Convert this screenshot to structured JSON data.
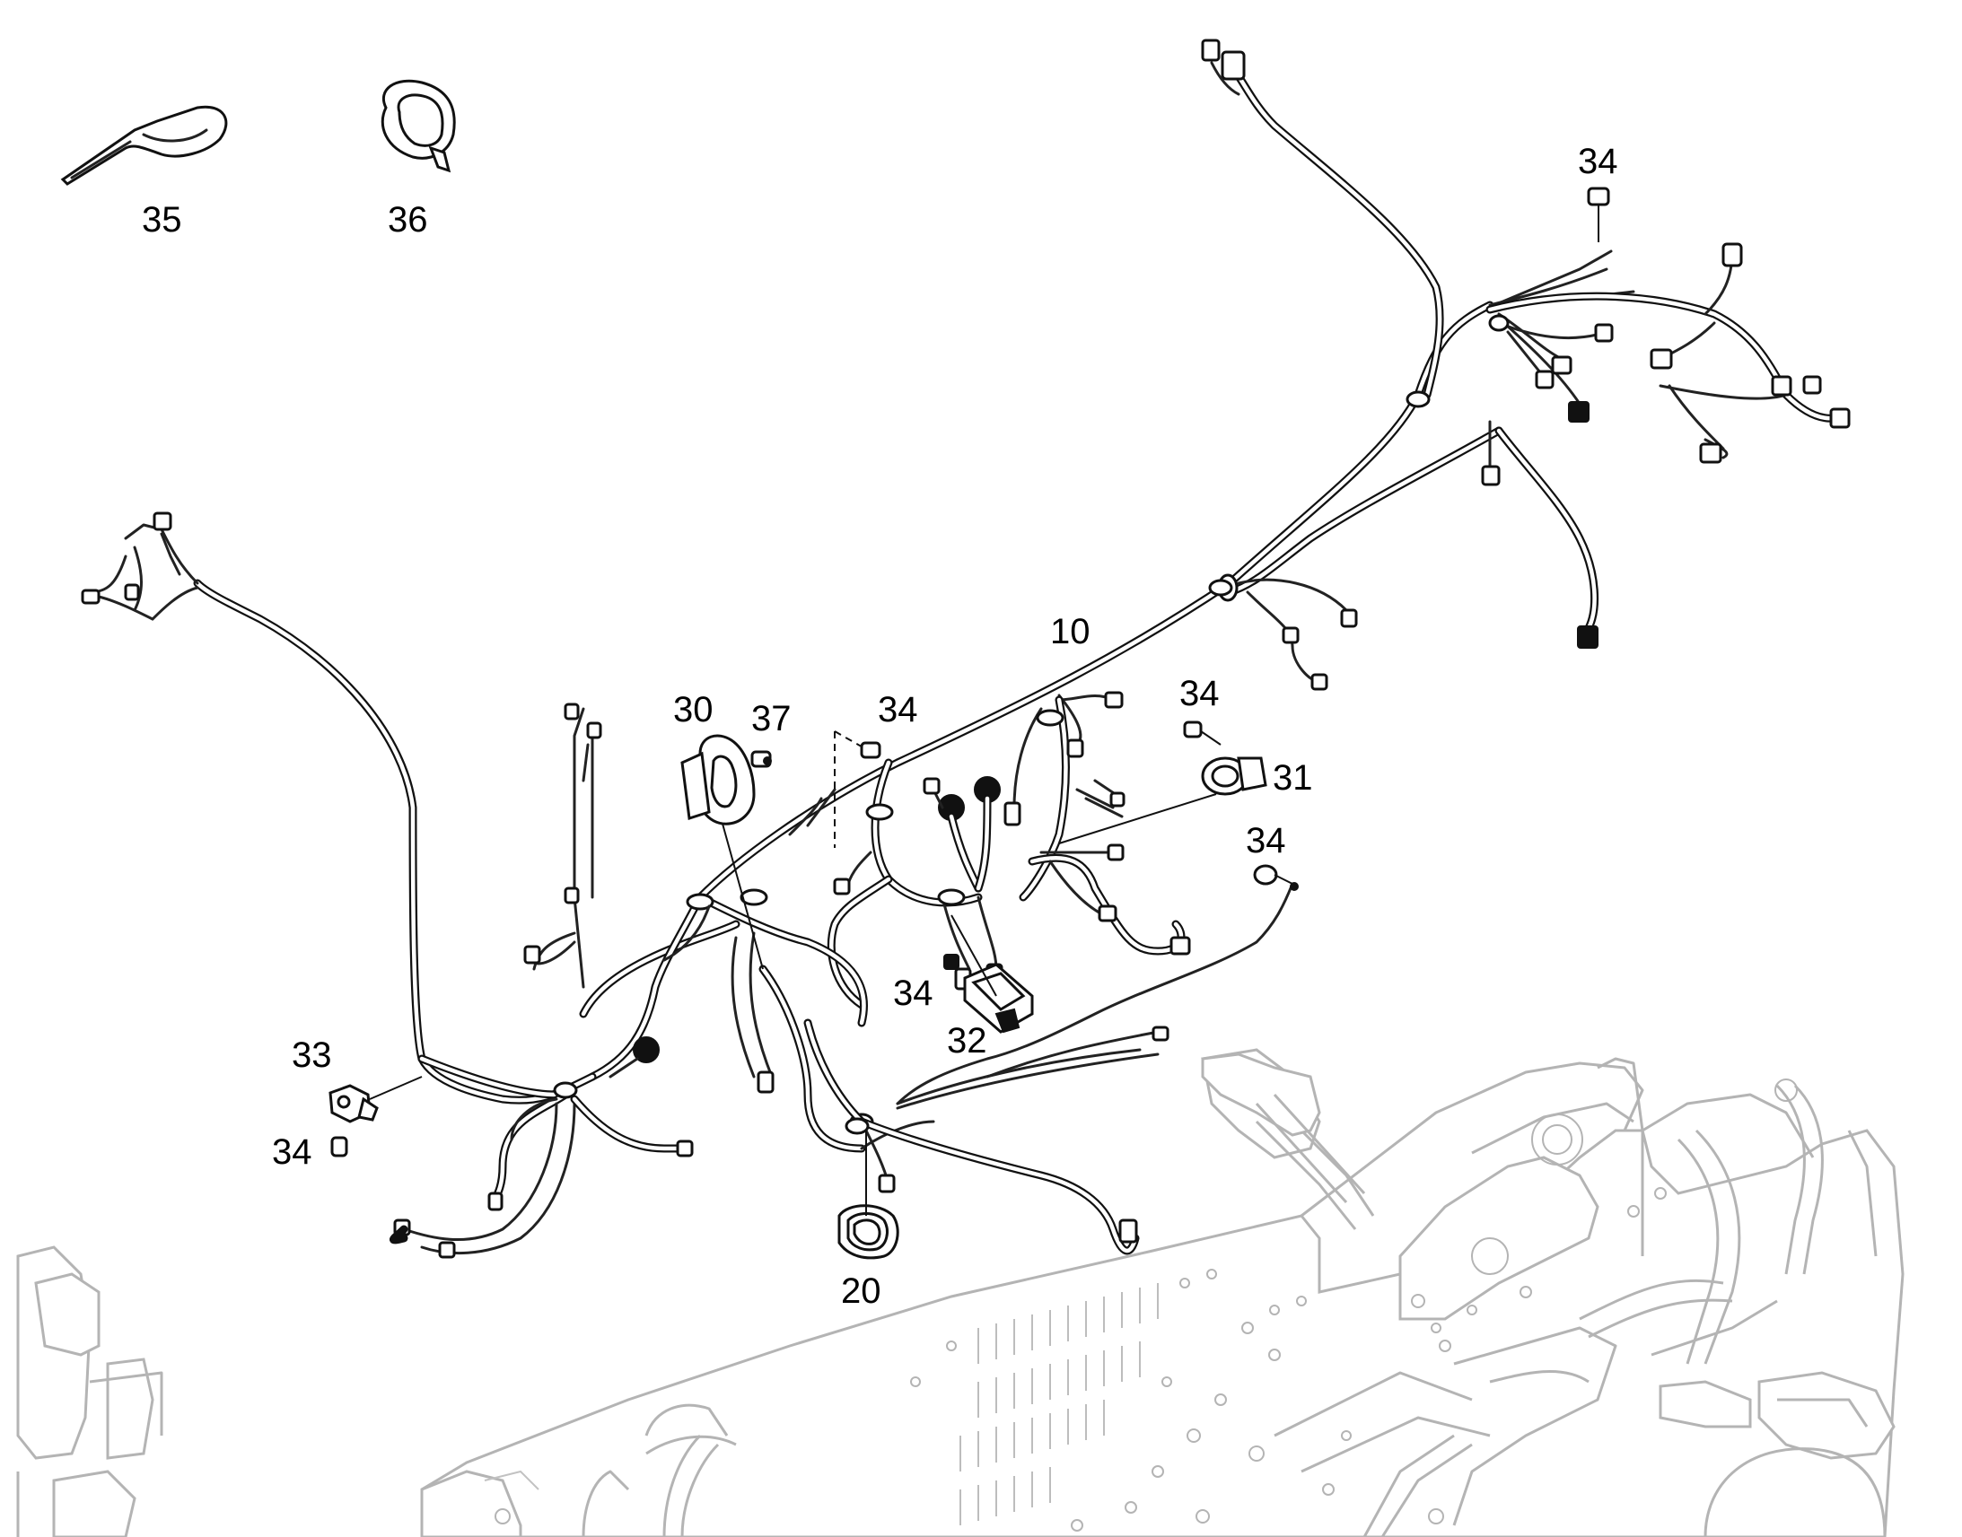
{
  "diagram": {
    "callouts": [
      {
        "id": "c35",
        "text": "35"
      },
      {
        "id": "c36",
        "text": "36"
      },
      {
        "id": "c34a",
        "text": "34"
      },
      {
        "id": "c10",
        "text": "10"
      },
      {
        "id": "c30",
        "text": "30"
      },
      {
        "id": "c37",
        "text": "37"
      },
      {
        "id": "c34b",
        "text": "34"
      },
      {
        "id": "c34c",
        "text": "34"
      },
      {
        "id": "c31",
        "text": "31"
      },
      {
        "id": "c34d",
        "text": "34"
      },
      {
        "id": "c33",
        "text": "33"
      },
      {
        "id": "c34e",
        "text": "34"
      },
      {
        "id": "c34f",
        "text": "34"
      },
      {
        "id": "c32",
        "text": "32"
      },
      {
        "id": "c20",
        "text": "20"
      }
    ]
  }
}
